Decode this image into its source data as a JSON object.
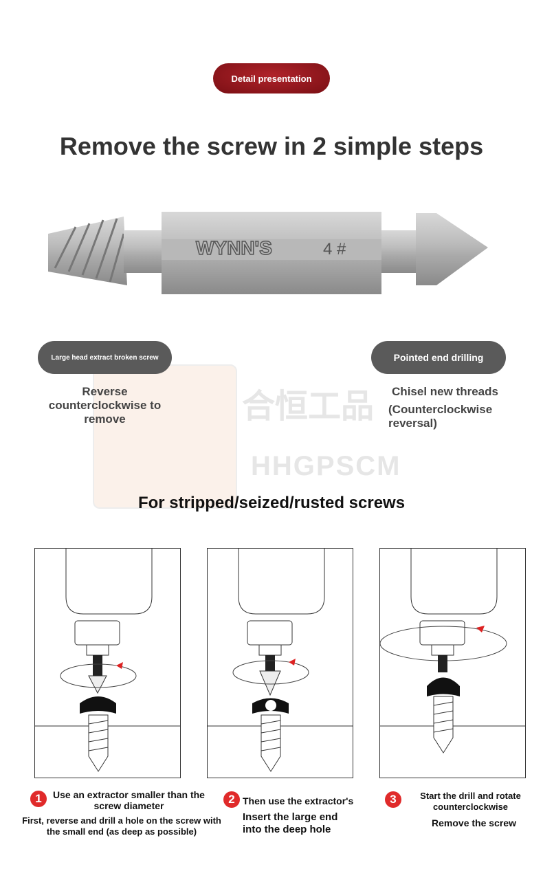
{
  "badge": "Detail presentation",
  "title": "Remove the screw in 2 simple steps",
  "product": {
    "brand": "WYNN'S",
    "size": "4 #"
  },
  "left_pill": "Large head extract broken screw",
  "right_pill": "Pointed end drilling",
  "left_desc": [
    "Reverse",
    "counterclockwise to",
    "remove"
  ],
  "right_desc": [
    "Chisel new threads",
    "(Counterclockwise",
    "reversal)"
  ],
  "watermark": {
    "cn": "合恒工品",
    "en": "HHGPSCM"
  },
  "subtitle": "For stripped/seized/rusted screws",
  "steps": [
    {
      "num": "1",
      "title": "Use an extractor smaller than the screw diameter",
      "detail": "First, reverse and drill a hole on the screw with the small end (as deep as possible)"
    },
    {
      "num": "2",
      "title": "Then use the extractor's",
      "detail": "Insert the large end into the deep hole"
    },
    {
      "num": "3",
      "title": "Start the drill and rotate counterclockwise",
      "detail": "Remove the screw"
    }
  ],
  "colors": {
    "accent": "#9b1a20",
    "pill": "#5a5a5a",
    "step_num": "#e02a2a"
  }
}
